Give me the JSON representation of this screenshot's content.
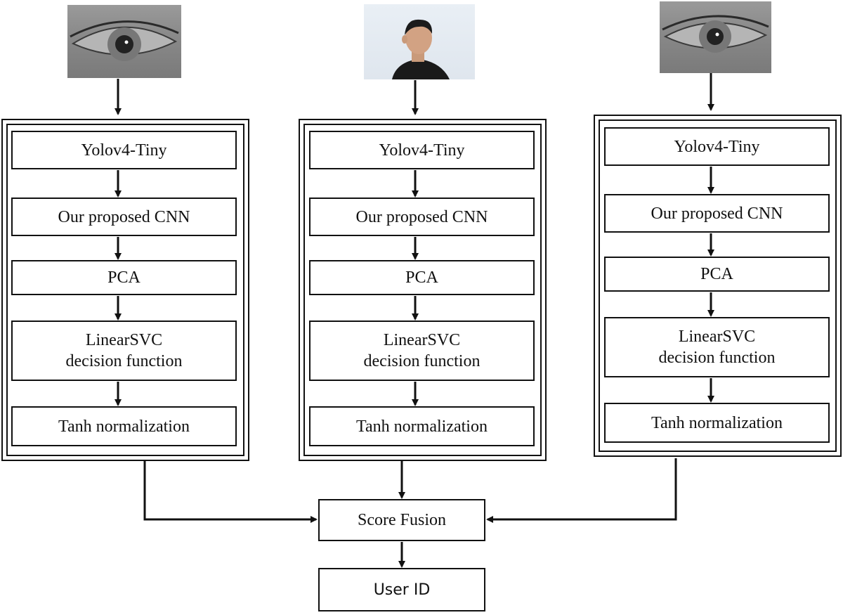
{
  "pipelines": [
    {
      "name": "left-eye",
      "input_kind": "eye",
      "steps": [
        "Yolov4-Tiny",
        "Our proposed CNN",
        "PCA",
        "LinearSVC\ndecision function",
        "Tanh normalization"
      ]
    },
    {
      "name": "face",
      "input_kind": "face",
      "steps": [
        "Yolov4-Tiny",
        "Our proposed CNN",
        "PCA",
        "LinearSVC\ndecision function",
        "Tanh normalization"
      ]
    },
    {
      "name": "right-eye",
      "input_kind": "eye",
      "steps": [
        "Yolov4-Tiny",
        "Our proposed CNN",
        "PCA",
        "LinearSVC\ndecision function",
        "Tanh normalization"
      ]
    }
  ],
  "fusion": {
    "label": "Score Fusion"
  },
  "output": {
    "label": "User ID"
  },
  "colors": {
    "line": "#111111",
    "box_fill": "#ffffff",
    "eye_gray": "#8c8c8c",
    "face_bg": "#e4eaf0",
    "shirt": "#1a1a1a"
  }
}
